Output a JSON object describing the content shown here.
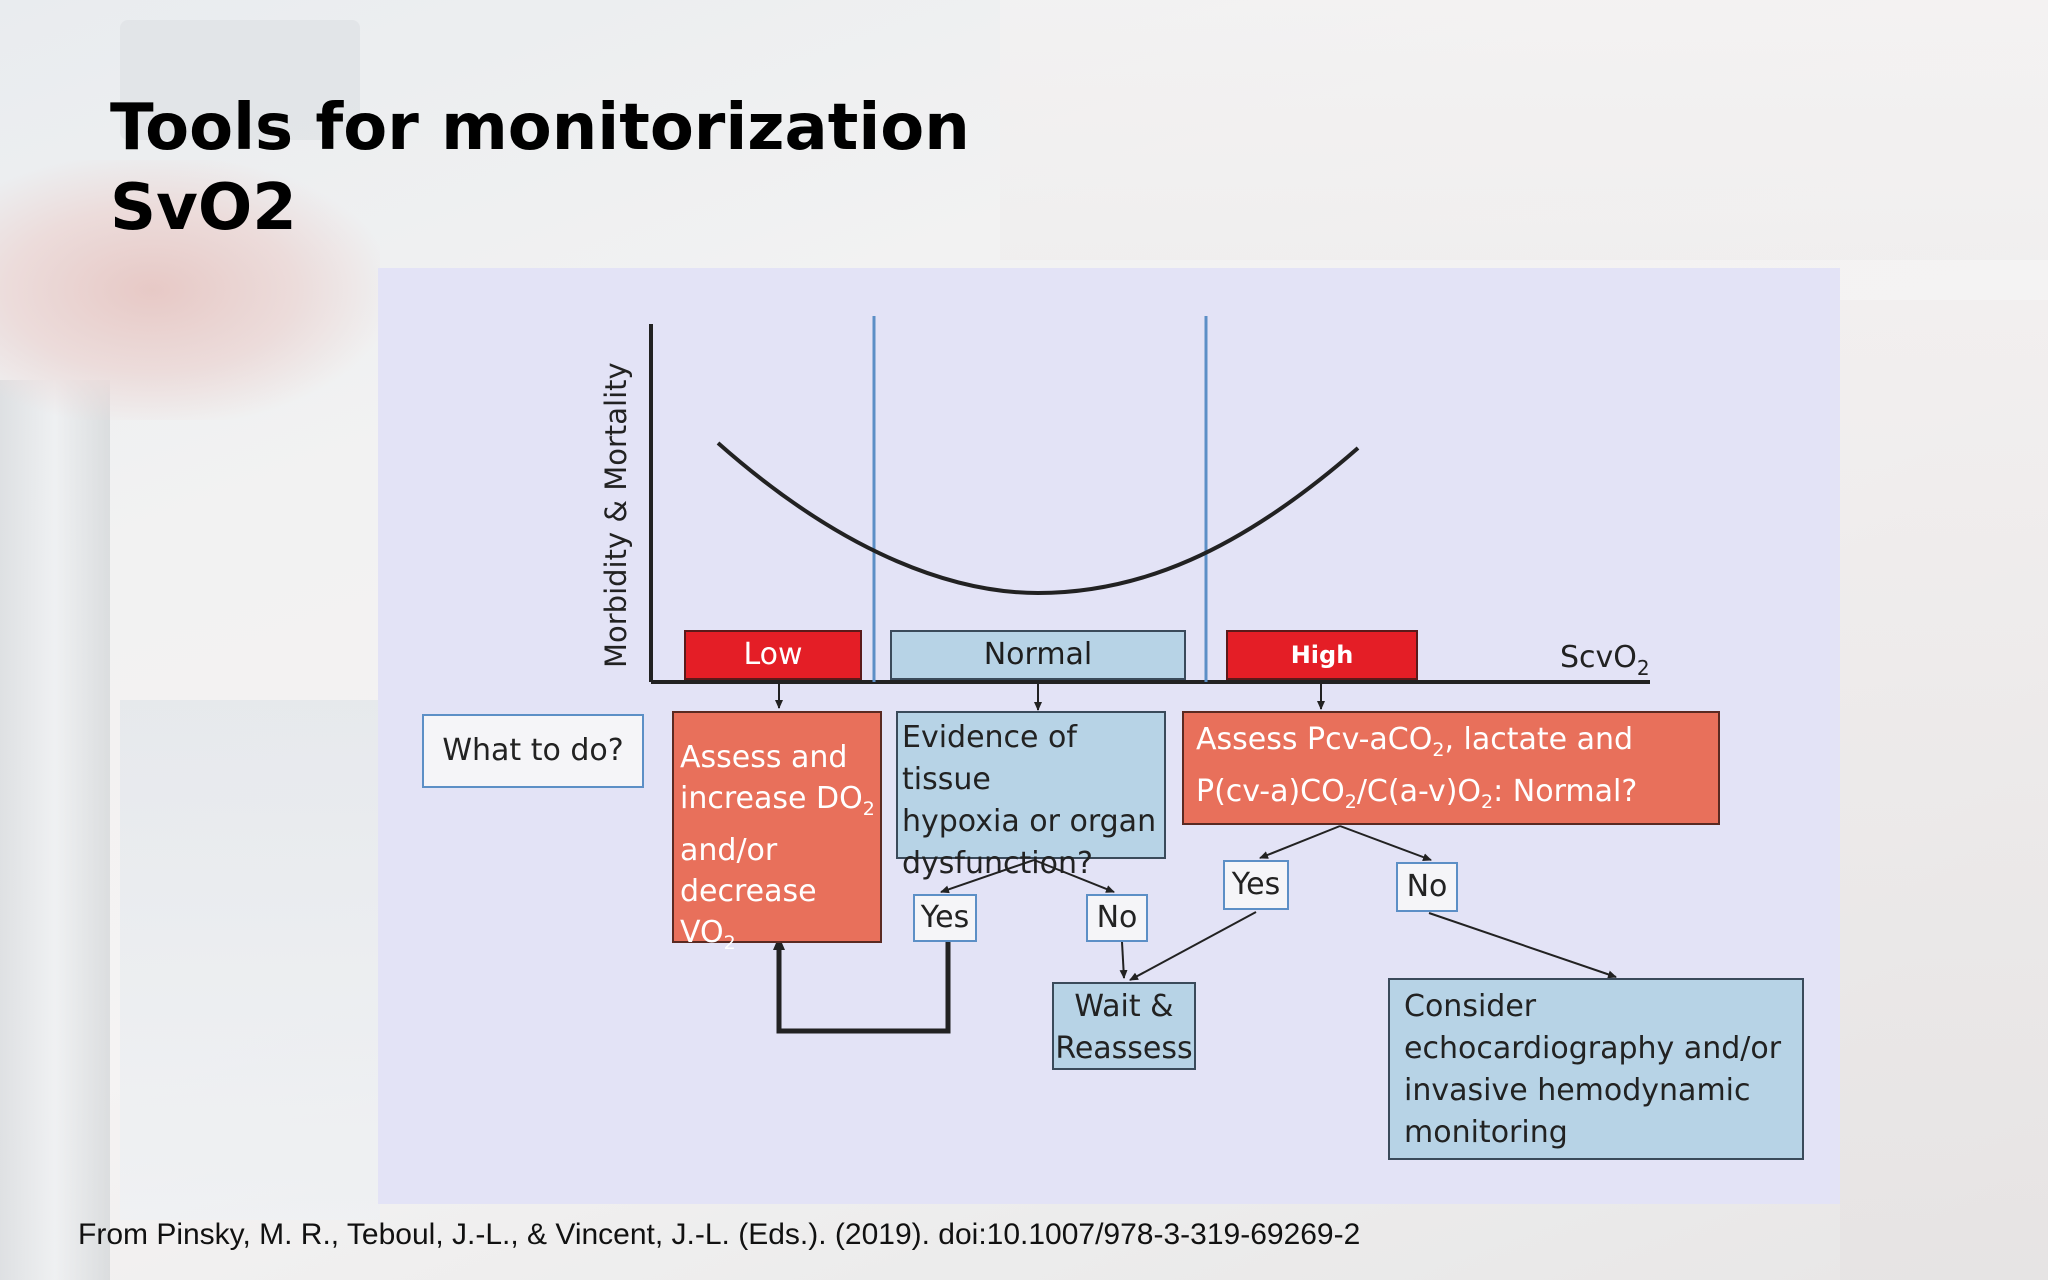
{
  "title": {
    "line1": "Tools for monitorization",
    "line2": "SvO2"
  },
  "diagram": {
    "y_axis_label": "Morbidity & Mortality",
    "x_axis_label": "ScvO",
    "x_axis_label_sub": "2",
    "bands": {
      "low": "Low",
      "normal": "Normal",
      "high": "High"
    },
    "what_to_do": "What to do?",
    "low_action": {
      "l1": "Assess and",
      "l2a": "increase DO",
      "l2b": "2",
      "l3": "and/or",
      "l4a": "decrease VO",
      "l4b": "2"
    },
    "normal_question": "Evidence of tissue\nhypoxia or organ\ndysfunction?",
    "high_question": {
      "l1a": "Assess Pcv-aCO",
      "l1b": "2",
      "l1c": ", lactate and",
      "l2a": "P(cv-a)CO",
      "l2b": "2",
      "l2c": "/C(a-v)O",
      "l2d": "2",
      "l2e": ": Normal?"
    },
    "yes": "Yes",
    "no": "No",
    "wait": "Wait &\nReassess",
    "consider": "Consider\nechocardiography and/or\ninvasive hemodynamic\nmonitoring"
  },
  "citation": "From Pinsky, M. R., Teboul, J.-L., & Vincent, J.-L. (Eds.). (2019). doi:10.1007/978-3-319-69269-2",
  "colors": {
    "figure_bg": "#e3e3f6",
    "red": "#e41e26",
    "salmon": "#e8705b",
    "light_blue": "#b7d3e6",
    "divider_blue": "#5c8fc6"
  }
}
